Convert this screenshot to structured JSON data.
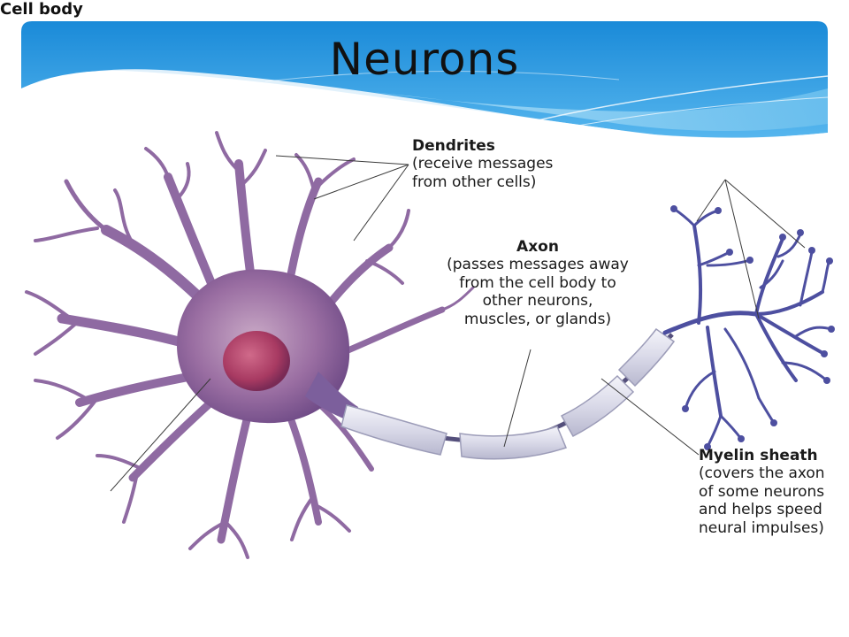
{
  "slide": {
    "title": "Neurons"
  },
  "labels": {
    "dendrites": {
      "heading": "Dendrites",
      "line1": "(receive messages",
      "line2": "from other cells)"
    },
    "axon": {
      "heading": "Axon",
      "line1": "(passes messages away",
      "line2": "from the cell body to",
      "line3": "other neurons,",
      "line4": "muscles, or glands)"
    },
    "myelin": {
      "heading": "Myelin sheath",
      "line1": "(covers the axon",
      "line2": "of some neurons",
      "line3": "and helps speed",
      "line4": "neural impulses)"
    },
    "cell_body": "Cell body"
  },
  "colors": {
    "banner_top": "#1e90db",
    "banner_light": "#7cc8f2",
    "cell_purple": "#9a6ea2",
    "nucleus": "#b0466e",
    "terminal_blue": "#4d4fa0",
    "myelin": "#d8d8e6"
  }
}
